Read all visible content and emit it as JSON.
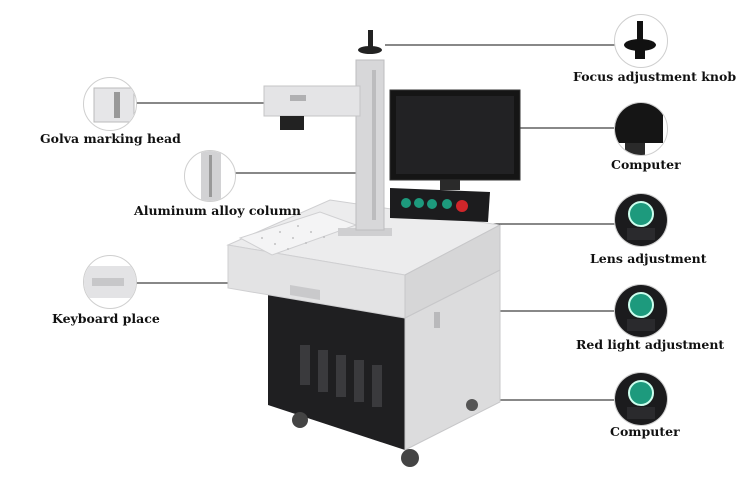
{
  "callouts": {
    "golva_marking_head": "Golva marking head",
    "aluminum_alloy_column": "Aluminum alloy column",
    "keyboard_place": "Keyboard place",
    "focus_adjustment_knob": "Focus adjustment knob",
    "computer_top": "Computer",
    "lens_adjustment": "Lens adjustment",
    "red_light_adjustment": "Red light adjustment",
    "computer_bottom": "Computer"
  },
  "colors": {
    "machine_body": "#e9e9ea",
    "cabinet_dark": "#1f1f21",
    "monitor": "#151515",
    "button_green": "#1d9a7d",
    "button_red": "#d0262a",
    "leader_line": "#111111"
  }
}
